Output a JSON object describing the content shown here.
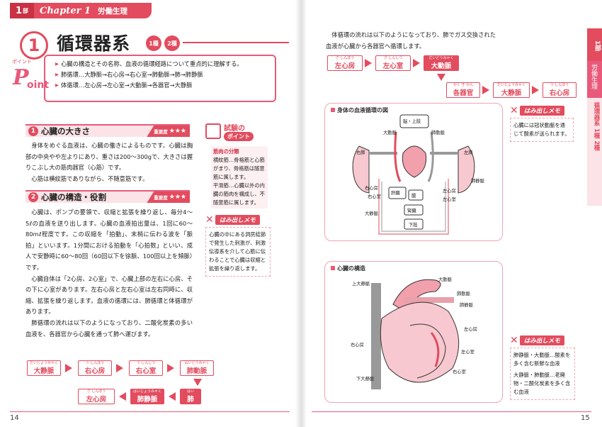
{
  "header": {
    "part": "1",
    "part_suffix": "部",
    "chapter": "Chapter 1",
    "title": "労働生理"
  },
  "section": {
    "number": "1",
    "title": "循環器系",
    "badge1": "1種",
    "badge2": "2種"
  },
  "point": {
    "label_small": "ポイント",
    "label_big": "P",
    "label_rest": "oint",
    "items": [
      "心臓の構造とその名称、血液の循環経路について重点的に理解する。",
      "肺循環…大静脈→右心房→右心室→肺動脈→肺→肺静脈",
      "体循環…左心房→左心室→大動脈→各器官→大静脈"
    ]
  },
  "sub1": {
    "num": "1",
    "title": "心臓の大きさ",
    "importance_label": "重要度",
    "stars": "★★★",
    "para1": "身体をめぐる血液は、心臓の働きによるものです。心臓は胸部の中央やや左よりにあり、重さは200～300gで、大きさは握りこぶし大の筋肉器官（心筋）です。",
    "para2": "心筋は横紋筋でありながら、不随意筋です。"
  },
  "sub2": {
    "num": "2",
    "title": "心臓の構造・役割",
    "importance_label": "重要度",
    "stars": "★★★",
    "para1": "心臓は、ポンプの要領で、収縮と拡張を繰り返し、毎分4～5ℓの血液を送り出します。心臓の血液拍出量は、1回に60～80mℓ程度です。この収縮を「拍動」、末梢に伝わる波を「脈拍」といいます。1分間における拍動を「心拍数」といい、成人で安静時に60～80回（60回以下を徐脈、100回以上を頻脈）です。",
    "para2": "心臓自体は「2心房、2心室」で、心臓上部の左右に心房、その下に心室があります。左右心房と左右心室は左右同時に、収縮、拡張を繰り返します。血液の循環には、肺循環と体循環があります。",
    "para3": "肺循環の流れは以下のようになっており、二酸化炭素の多い血液を、各器官から心臓を通って肺へ運びます。"
  },
  "shiken": {
    "title": "試験の",
    "sub": "ポイント"
  },
  "shiken_note": [
    "筋肉の分類",
    "横紋筋…骨格筋と心筋がまり、骨格筋は随意筋に属します。",
    "平滑筋…心臓以外の内臓の筋肉を構成し、不随意筋に属します。"
  ],
  "memo": {
    "x": "✕",
    "label": "はみ出しメモ"
  },
  "memo1": "心臓の中にある洞房結節で発生した刺激が、刺激伝導系を介して心筋に伝わることで心臓は収縮と拡張を繰り返します。",
  "pulmonary_flow": [
    {
      "rb": "だいじょうみゃく",
      "t": "大静脈"
    },
    {
      "rb": "う しんぼう",
      "t": "右心房"
    },
    {
      "rb": "う しんしつ",
      "t": "右心室"
    },
    {
      "rb": "はいどうみゃく",
      "t": "肺動脈"
    },
    {
      "rb": "はい",
      "t": "肺"
    },
    {
      "rb": "はいじょうみゃく",
      "t": "肺静脈"
    },
    {
      "rb": "さ しんぼう",
      "t": "左心房"
    }
  ],
  "page_left": "14",
  "page_right": "15",
  "right_intro": "体循環の流れは以下のようになっており、肺でガス交換された血液が心臓から各器官へ循環します。",
  "systemic_flow": [
    {
      "rb": "さ しんぼう",
      "t": "左心房"
    },
    {
      "rb": "さ しんしつ",
      "t": "左心室"
    },
    {
      "rb": "だいどうみゃく",
      "t": "大動脈"
    },
    {
      "rb": "かく き かん",
      "t": "各器官"
    },
    {
      "rb": "だいじょうみゃく",
      "t": "大静脈"
    },
    {
      "rb": "う しんぼう",
      "t": "右心房"
    }
  ],
  "tab": {
    "part": "1部",
    "chapter": "労働生理",
    "section": "循環器系",
    "badge": "1種 2種"
  },
  "fig1": {
    "title": "身体の血液循環の図",
    "labels": [
      "脳・上肢",
      "大動脈",
      "肺動脈",
      "右肺",
      "左肺",
      "肺静脈",
      "右心房",
      "右心室",
      "左心房",
      "左心室",
      "肝臓",
      "腸",
      "腎臓",
      "下肢",
      "大静脈"
    ]
  },
  "memo2": "心臓には冠状動脈を通じて酸素が送られます。",
  "fig2": {
    "title": "心臓の構造",
    "labels": [
      "上大静脈",
      "大動脈",
      "肺動脈",
      "肺静脈",
      "左心房",
      "右心房",
      "左心室",
      "右心室",
      "下大静脈"
    ]
  },
  "memo3a": "肺静脈・大動脈…酸素を多く含む新鮮な血液",
  "memo3b": "大静脈・肺動脈…老廃物・二酸化炭素を多く含む血液"
}
